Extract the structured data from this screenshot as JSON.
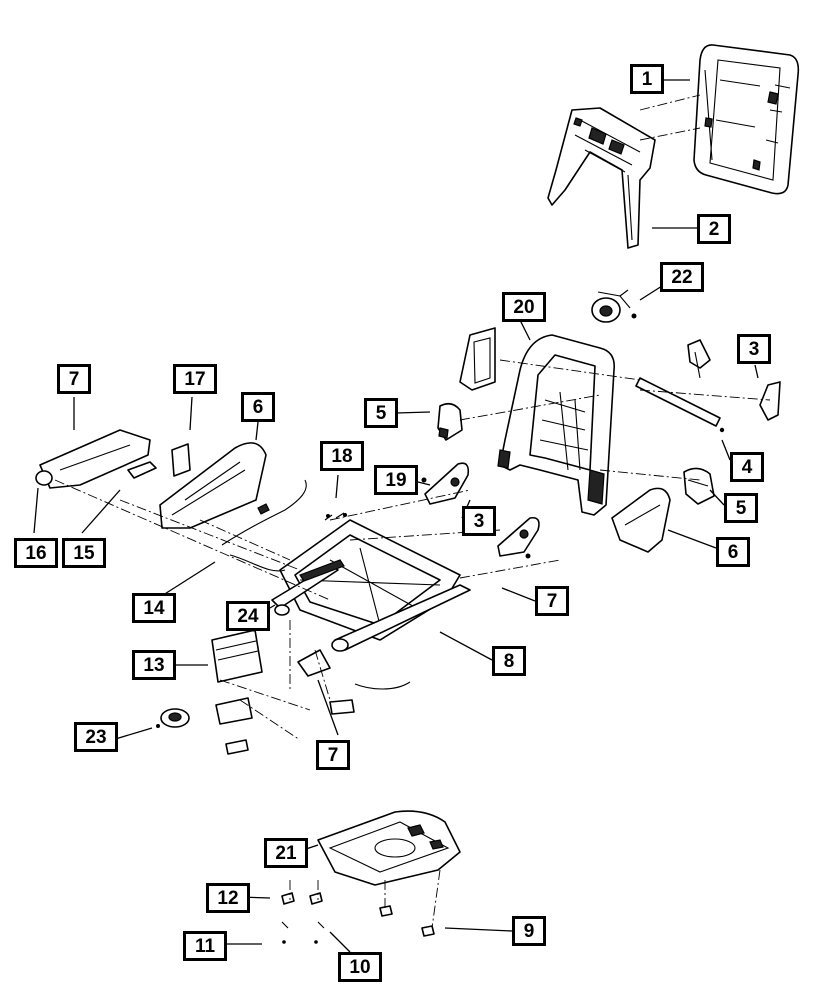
{
  "callouts": [
    {
      "id": "c1",
      "label": "1"
    },
    {
      "id": "c2",
      "label": "2"
    },
    {
      "id": "c22",
      "label": "22"
    },
    {
      "id": "c20",
      "label": "20"
    },
    {
      "id": "c3a",
      "label": "3"
    },
    {
      "id": "c7a",
      "label": "7"
    },
    {
      "id": "c17",
      "label": "17"
    },
    {
      "id": "c6a",
      "label": "6"
    },
    {
      "id": "c5a",
      "label": "5"
    },
    {
      "id": "c18",
      "label": "18"
    },
    {
      "id": "c19",
      "label": "19"
    },
    {
      "id": "c4",
      "label": "4"
    },
    {
      "id": "c5b",
      "label": "5"
    },
    {
      "id": "c3b",
      "label": "3"
    },
    {
      "id": "c6b",
      "label": "6"
    },
    {
      "id": "c16",
      "label": "16"
    },
    {
      "id": "c15",
      "label": "15"
    },
    {
      "id": "c7b",
      "label": "7"
    },
    {
      "id": "c14",
      "label": "14"
    },
    {
      "id": "c24",
      "label": "24"
    },
    {
      "id": "c8",
      "label": "8"
    },
    {
      "id": "c13",
      "label": "13"
    },
    {
      "id": "c23",
      "label": "23"
    },
    {
      "id": "c7c",
      "label": "7"
    },
    {
      "id": "c21",
      "label": "21"
    },
    {
      "id": "c12",
      "label": "12"
    },
    {
      "id": "c9",
      "label": "9"
    },
    {
      "id": "c11",
      "label": "11"
    },
    {
      "id": "c10",
      "label": "10"
    }
  ]
}
